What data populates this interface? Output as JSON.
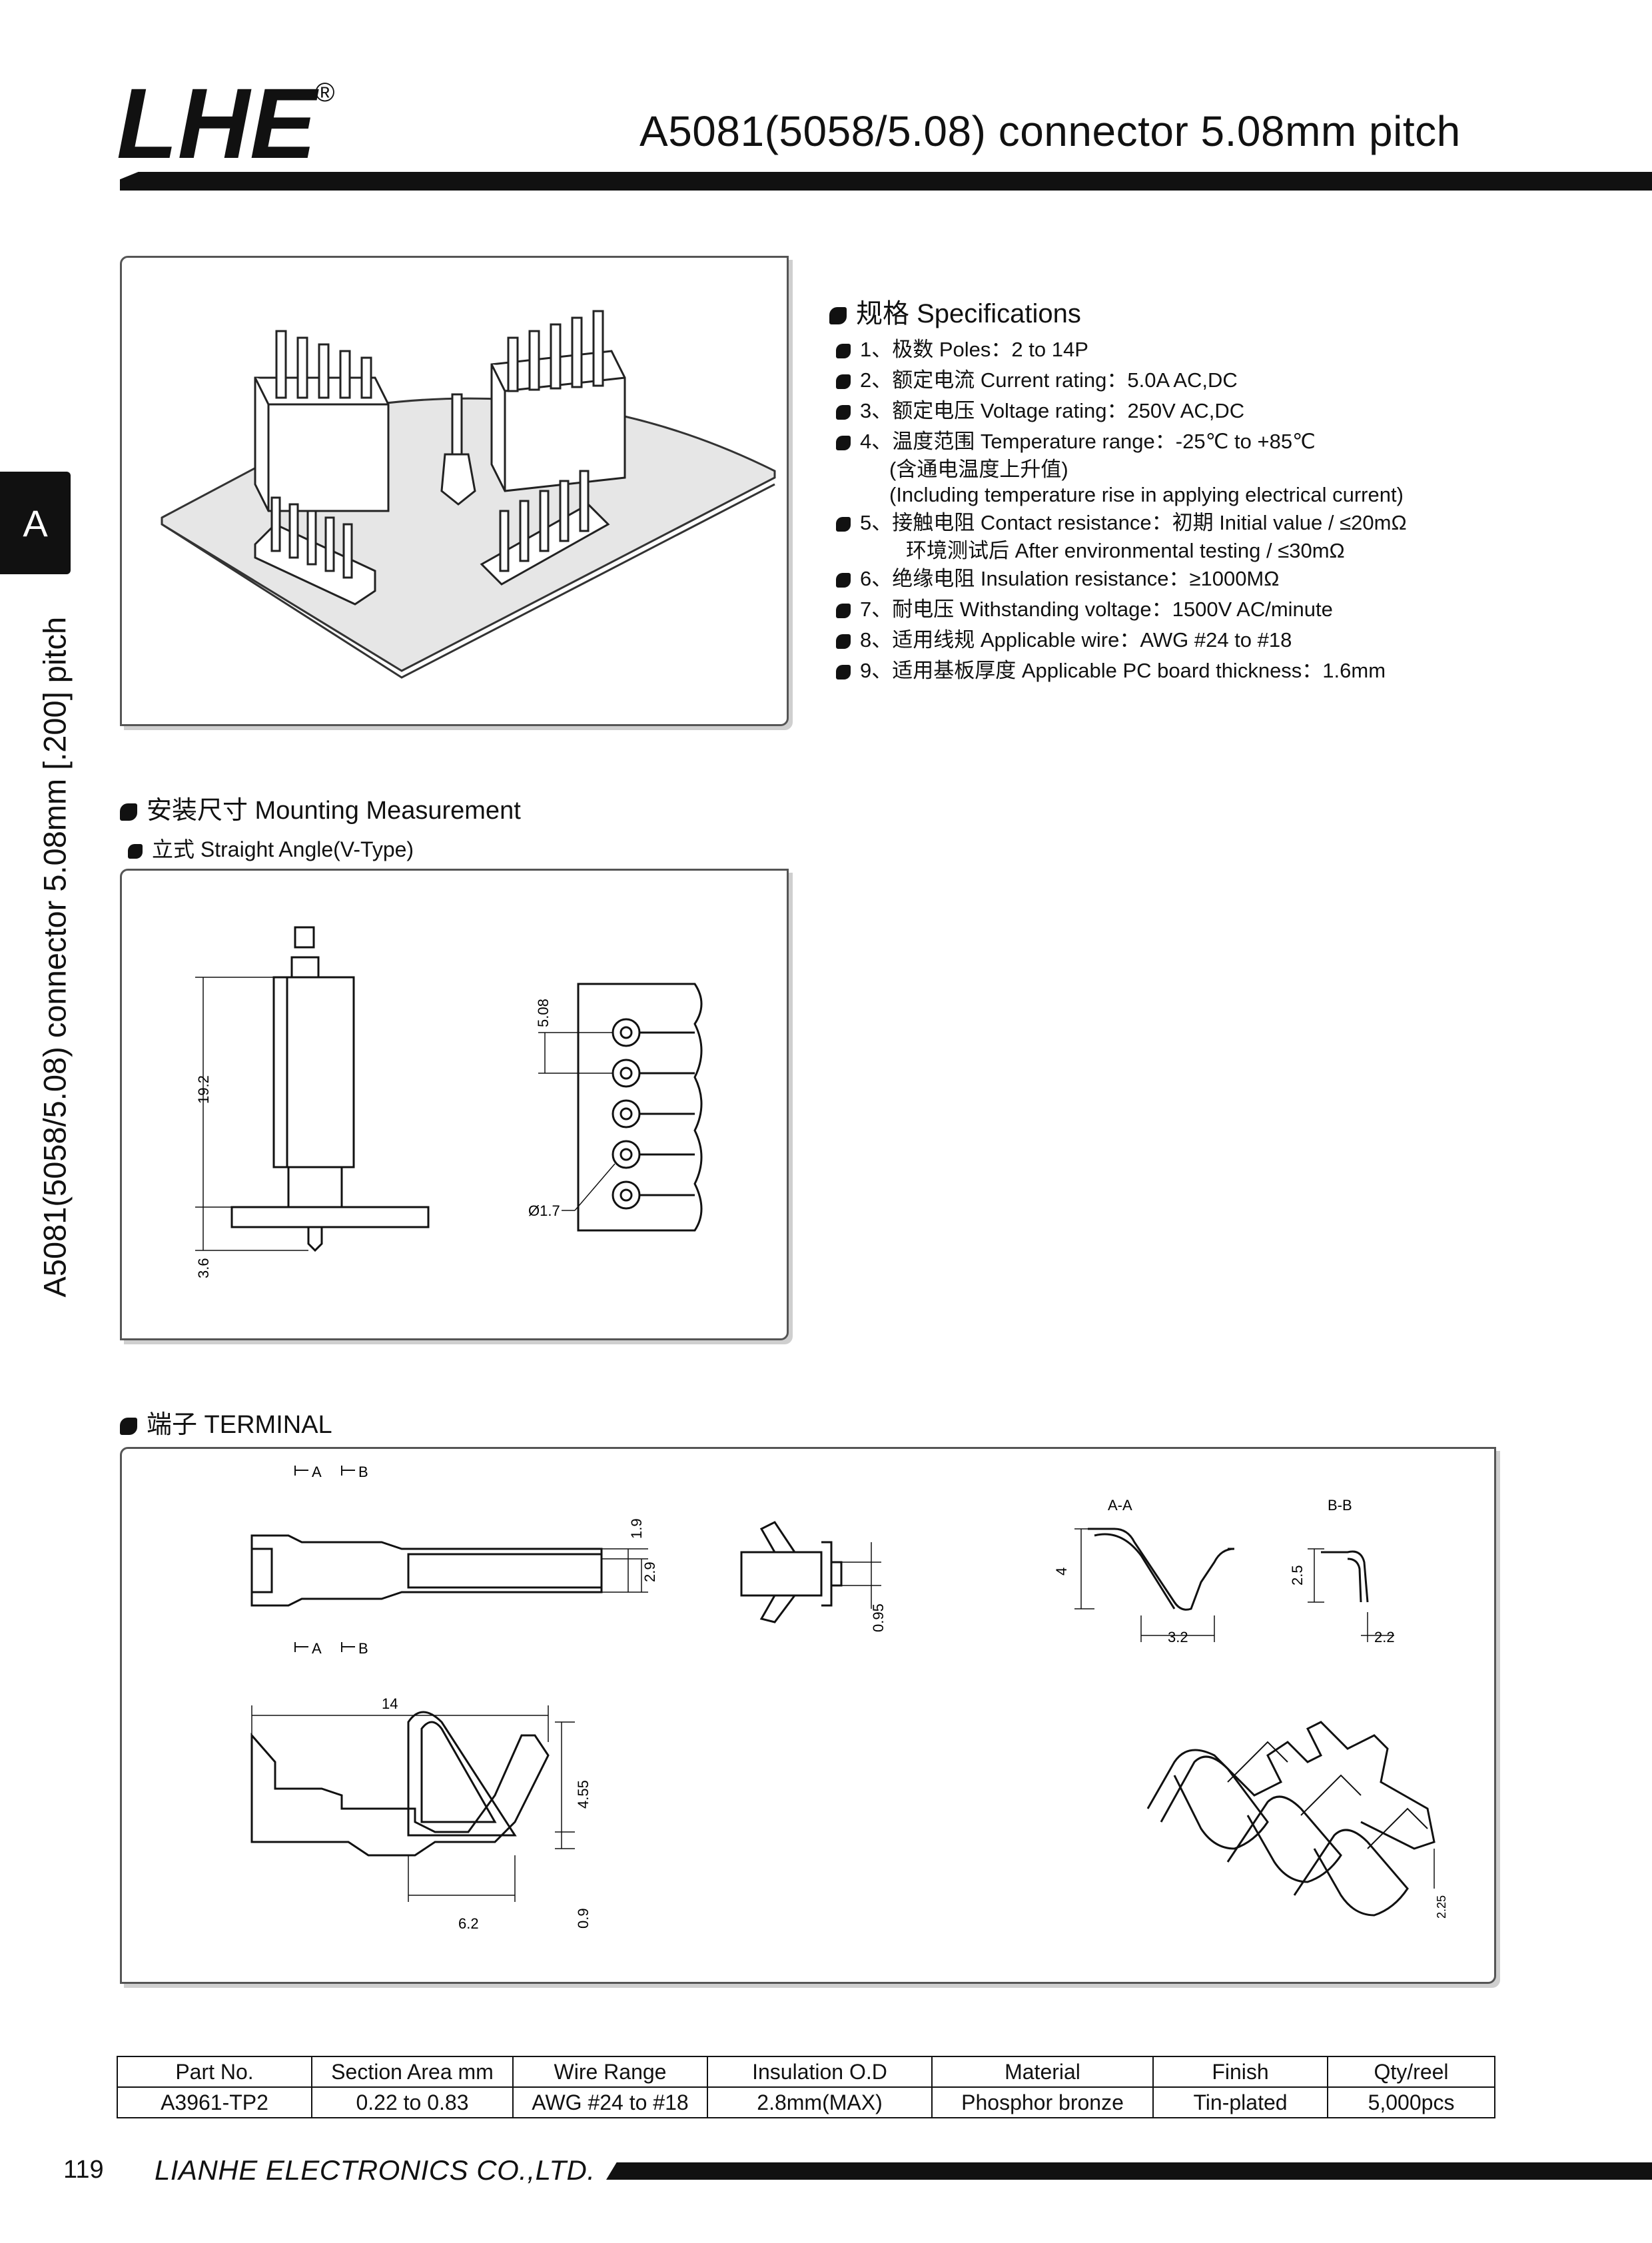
{
  "header": {
    "logo_text": "LHE",
    "logo_mark": "®",
    "title": "A5081(5058/5.08) connector 5.08mm pitch"
  },
  "side": {
    "tab": "A",
    "vertical_title": "A5081(5058/5.08) connector 5.08mm [.200] pitch"
  },
  "specs": {
    "heading": "规格 Specifications",
    "items": [
      "1、极数 Poles：2 to 14P",
      "2、额定电流 Current rating：5.0A  AC,DC",
      "3、额定电压 Voltage rating：250V  AC,DC",
      "4、温度范围 Temperature range：-25℃ to +85℃",
      "5、接触电阻 Contact resistance：初期 Initial value / ≤20mΩ",
      "6、绝缘电阻 Insulation resistance：≥1000MΩ",
      "7、耐电压 Withstanding voltage：1500V  AC/minute",
      "8、适用线规 Applicable wire：AWG #24 to #18",
      "9、适用基板厚度 Applicable PC board thickness：1.6mm"
    ],
    "item4_note1": "(含通电温度上升值)",
    "item4_note2": "(Including temperature rise in applying electrical current)",
    "item5_note": "环境测试后 After environmental testing / ≤30mΩ"
  },
  "mounting": {
    "heading": "安装尺寸 Mounting Measurement",
    "subheading": "立式 Straight Angle(V-Type)",
    "dims": {
      "height": "19.2",
      "tail": "3.6",
      "pitch": "5.08",
      "hole": "Ø1.7"
    }
  },
  "terminal": {
    "heading": "端子 TERMINAL",
    "labels": {
      "a": "A",
      "b": "B",
      "section_aa": "A-A",
      "section_bb": "B-B"
    },
    "dims": {
      "d1_9": "1.9",
      "d2_9": "2.9",
      "d0_95": "0.95",
      "d4": "4",
      "d3_2": "3.2",
      "d2_5": "2.5",
      "d2_2": "2.2",
      "d14": "14",
      "d4_55": "4.55",
      "d0_9": "0.9",
      "d6_2": "6.2",
      "d2_25": "2.25"
    }
  },
  "table": {
    "headers": [
      "Part No.",
      "Section Area mm",
      "Wire Range",
      "Insulation O.D",
      "Material",
      "Finish",
      "Qty/reel"
    ],
    "rows": [
      [
        "A3961-TP2",
        "0.22 to 0.83",
        "AWG #24 to #18",
        "2.8mm(MAX)",
        "Phosphor bronze",
        "Tin-plated",
        "5,000pcs"
      ]
    ]
  },
  "footer": {
    "page_number": "119",
    "company": "LIANHE ELECTRONICS CO.,LTD."
  }
}
